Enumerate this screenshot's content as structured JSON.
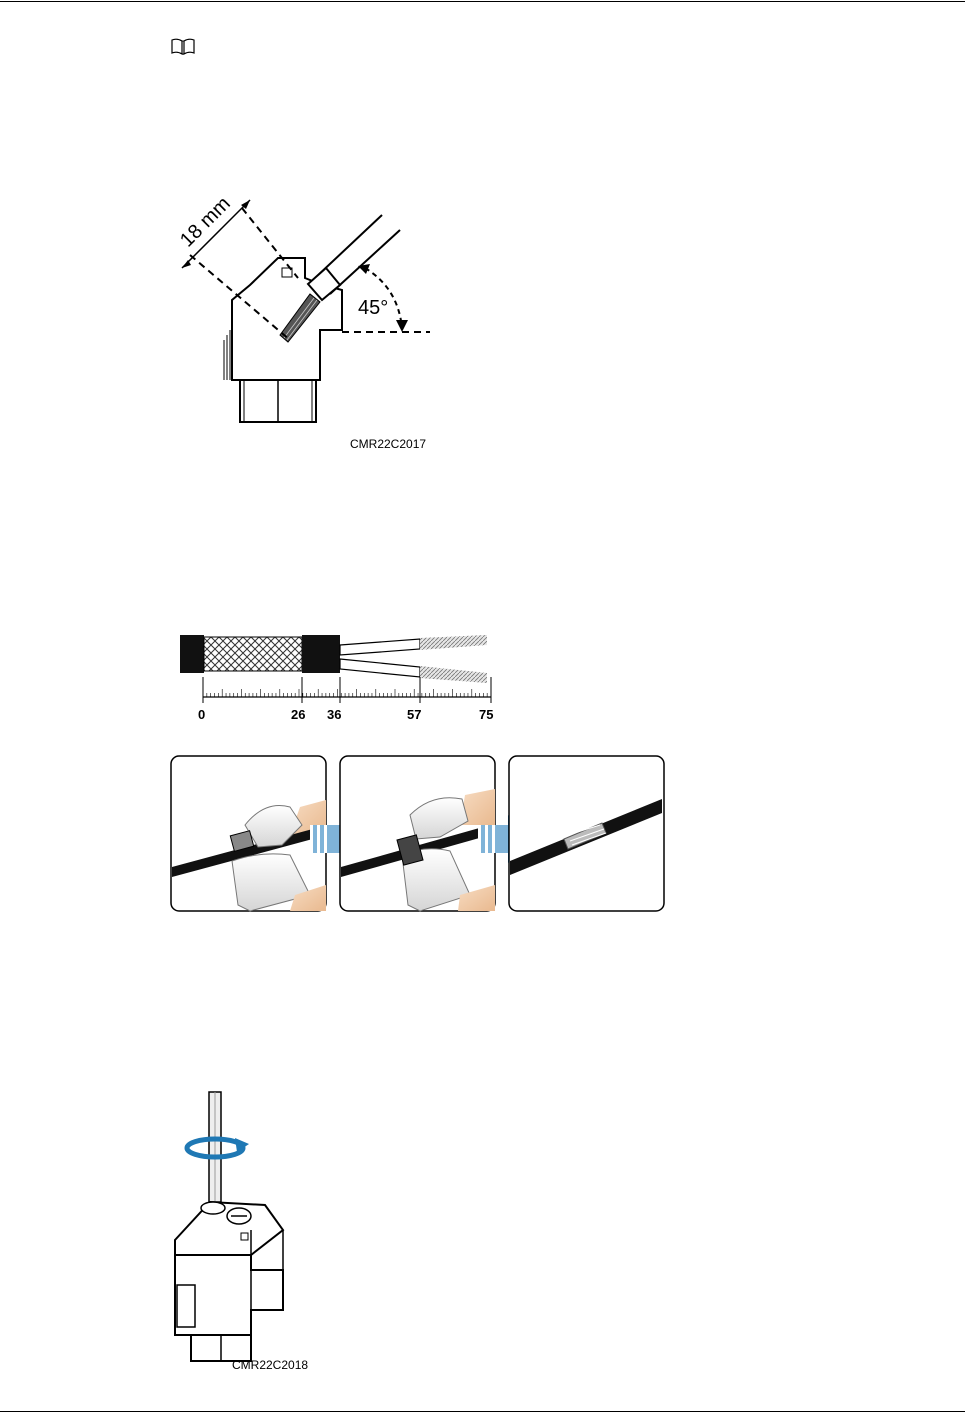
{
  "figure1": {
    "dimension": "18 mm",
    "angle": "45°",
    "code": "CMR22C2017"
  },
  "figure2": {
    "ruler_labels": [
      "0",
      "26",
      "36",
      "57",
      "75"
    ]
  },
  "figure4": {
    "code": "CMR22C2018"
  },
  "icons": {
    "note": "book-icon",
    "arrow": "right-arrow-icon",
    "rotate": "rotate-arrow-icon"
  },
  "colors": {
    "arrow_blue": "#1f78b4"
  }
}
